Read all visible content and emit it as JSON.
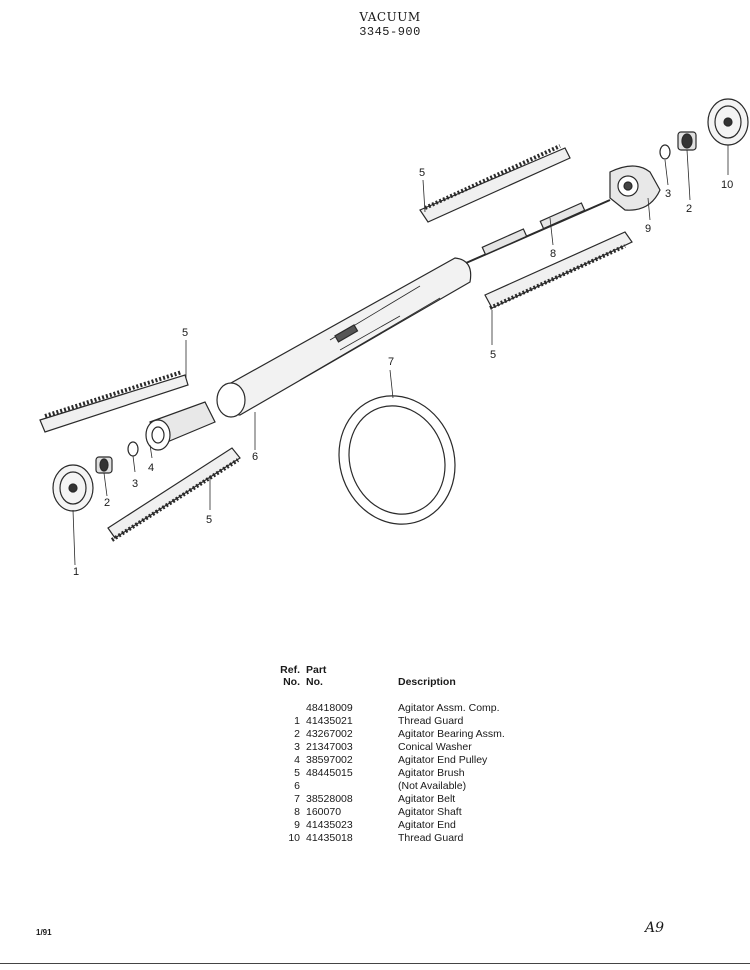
{
  "header": {
    "title": "VACUUM",
    "model": "3345-900"
  },
  "diagram": {
    "callouts": {
      "c1": "1",
      "c2a": "2",
      "c3a": "3",
      "c4": "4",
      "c5a": "5",
      "c5b": "5",
      "c5c": "5",
      "c5d": "5",
      "c6": "6",
      "c7": "7",
      "c8": "8",
      "c9": "9",
      "c3b": "3",
      "c2b": "2",
      "c10": "10"
    }
  },
  "parts_list": {
    "headers": {
      "ref_line1": "Ref.",
      "ref_line2": "No.",
      "part_line1": "Part",
      "part_line2": "No.",
      "description": "Description"
    },
    "rows": [
      {
        "ref": "",
        "part": "48418009",
        "description": "Agitator Assm. Comp."
      },
      {
        "ref": "1",
        "part": "41435021",
        "description": "Thread Guard"
      },
      {
        "ref": "2",
        "part": "43267002",
        "description": "Agitator Bearing Assm."
      },
      {
        "ref": "3",
        "part": "21347003",
        "description": "Conical Washer"
      },
      {
        "ref": "4",
        "part": "38597002",
        "description": "Agitator End Pulley"
      },
      {
        "ref": "5",
        "part": "48445015",
        "description": "Agitator Brush"
      },
      {
        "ref": "6",
        "part": "",
        "description": "(Not Available)"
      },
      {
        "ref": "7",
        "part": "38528008",
        "description": "Agitator Belt"
      },
      {
        "ref": "8",
        "part": "160070",
        "description": "Agitator Shaft"
      },
      {
        "ref": "9",
        "part": "41435023",
        "description": "Agitator End"
      },
      {
        "ref": "10",
        "part": "41435018",
        "description": "Thread Guard"
      }
    ]
  },
  "footer": {
    "date_code": "1/91",
    "page_mark": "A9"
  }
}
